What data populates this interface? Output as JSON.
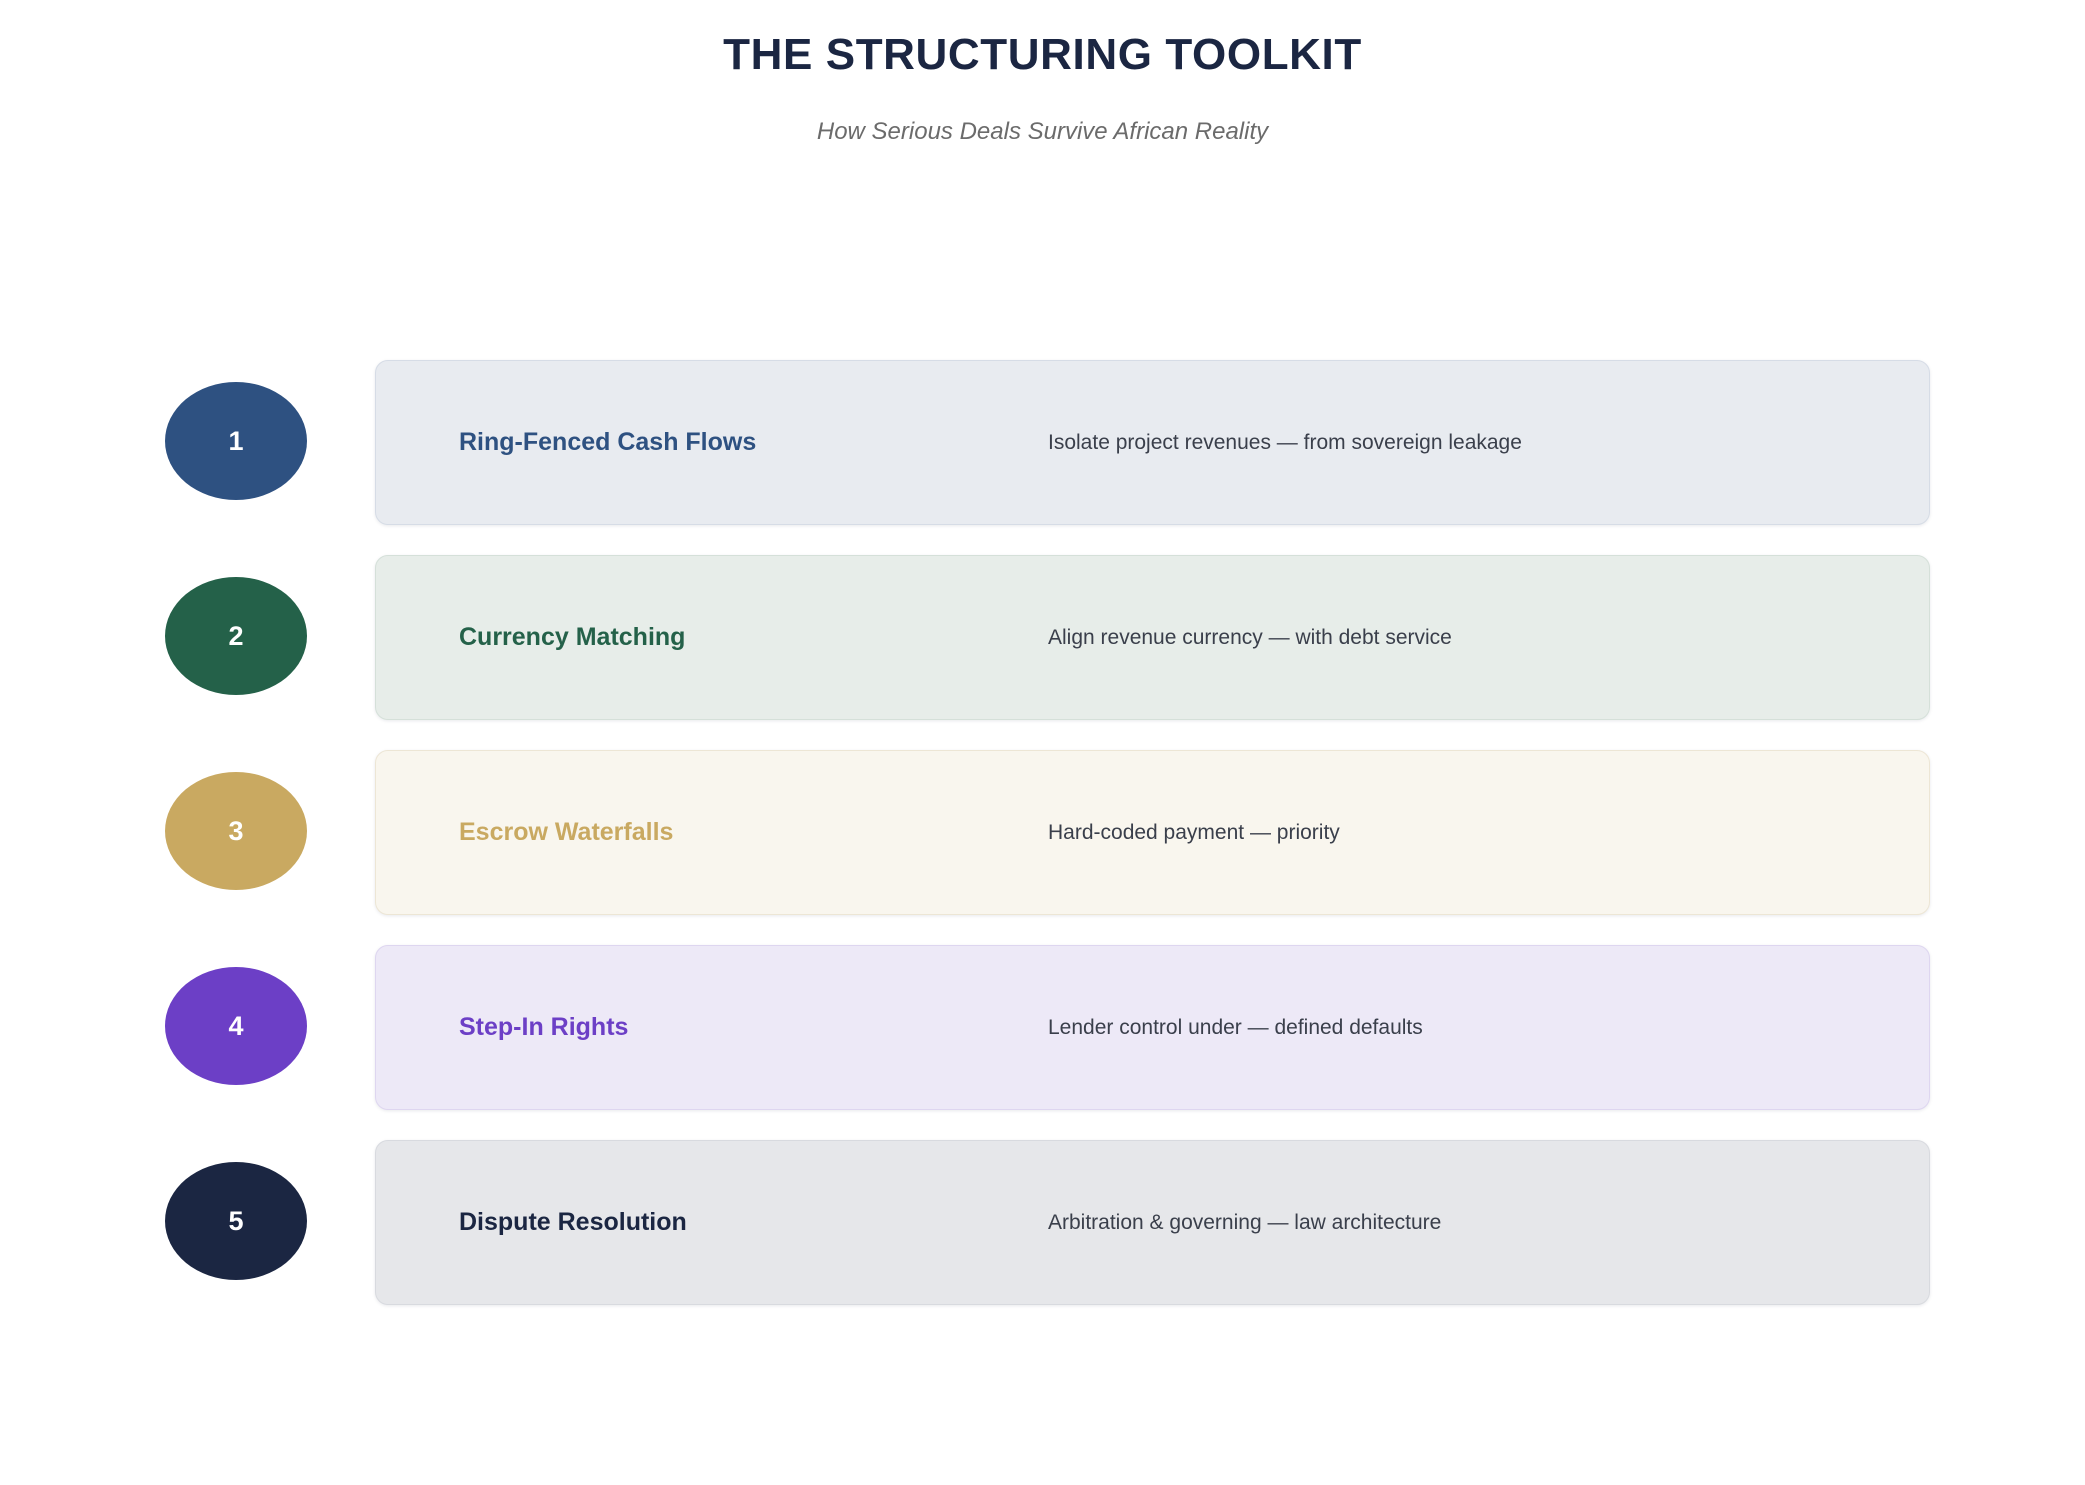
{
  "header": {
    "title": "THE STRUCTURING TOOLKIT",
    "subtitle": "How Serious Deals Survive African Reality",
    "title_color": "#1B2642",
    "subtitle_color": "#6B6B6B"
  },
  "items": [
    {
      "number": "1",
      "title": "Ring-Fenced Cash Flows",
      "description": "Isolate project revenues — from sovereign leakage",
      "badge_color": "#2E5181",
      "card_background": "#E8EBF0",
      "card_border": "#D6DCE6",
      "title_color": "#2E5181"
    },
    {
      "number": "2",
      "title": "Currency Matching",
      "description": "Align revenue currency — with debt service",
      "badge_color": "#246149",
      "card_background": "#E7EDE9",
      "card_border": "#D5E0D9",
      "title_color": "#246149"
    },
    {
      "number": "3",
      "title": "Escrow Waterfalls",
      "description": "Hard-coded payment — priority",
      "badge_color": "#C9A961",
      "card_background": "#F9F6EE",
      "card_border": "#EDE6D5",
      "title_color": "#C9A961"
    },
    {
      "number": "4",
      "title": "Step-In Rights",
      "description": "Lender control under — defined defaults",
      "badge_color": "#6C3FC6",
      "card_background": "#EDE9F7",
      "card_border": "#DED6F0",
      "title_color": "#6C3FC6"
    },
    {
      "number": "5",
      "title": "Dispute Resolution",
      "description": "Arbitration & governing — law architecture",
      "badge_color": "#1B2642",
      "card_background": "#E6E7EA",
      "card_border": "#D8DADF",
      "title_color": "#1B2642"
    }
  ]
}
